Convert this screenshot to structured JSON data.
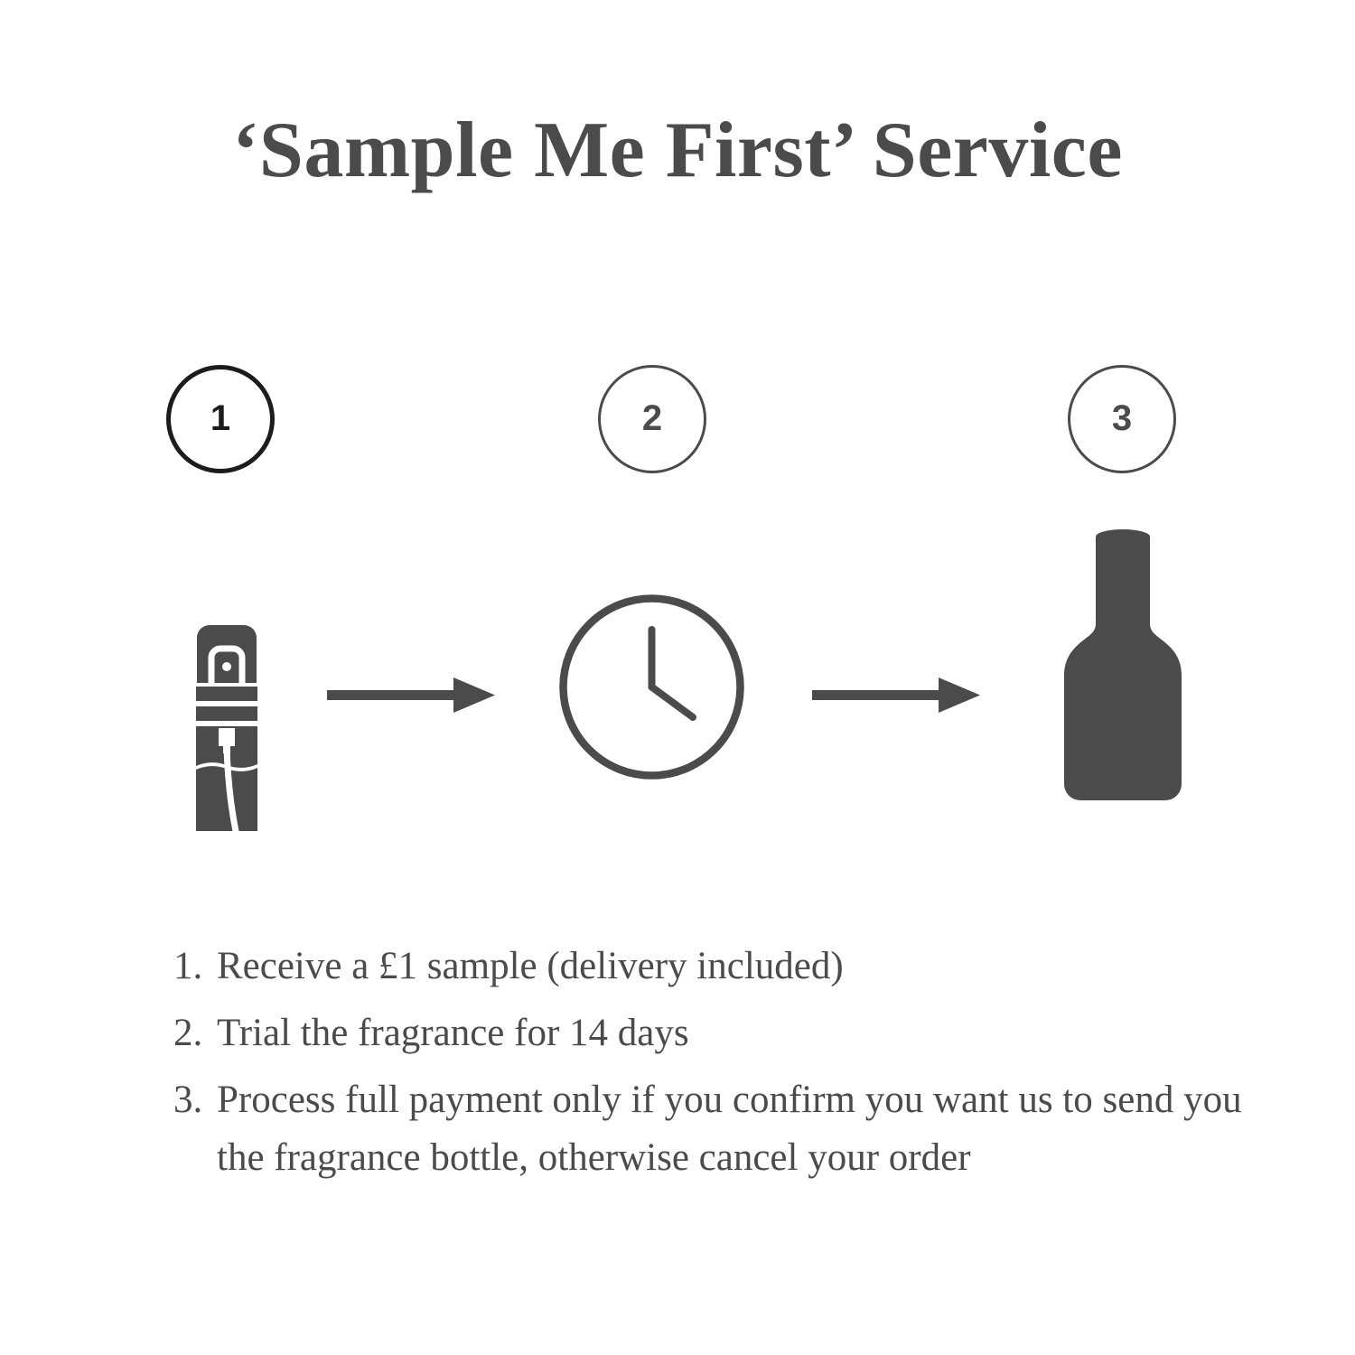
{
  "page": {
    "title": "‘Sample Me First’ Service",
    "background_color": "#ffffff",
    "primary_color": "#4b4b4b",
    "accent_color": "#1c1c1c"
  },
  "steps": [
    {
      "number": "1",
      "icon": "sample-vial-icon",
      "circle_color": "#1c1c1c",
      "active": true
    },
    {
      "number": "2",
      "icon": "clock-icon",
      "circle_color": "#4b4b4b",
      "active": false
    },
    {
      "number": "3",
      "icon": "fragrance-bottle-icon",
      "circle_color": "#4b4b4b",
      "active": false
    }
  ],
  "connectors": [
    {
      "icon": "arrow-right-icon",
      "color": "#4b4b4b"
    },
    {
      "icon": "arrow-right-icon",
      "color": "#4b4b4b"
    }
  ],
  "instructions": [
    {
      "marker": "1.",
      "text": "Receive a £1 sample (delivery included)"
    },
    {
      "marker": "2.",
      "text": "Trial the fragrance for 14 days"
    },
    {
      "marker": "3.",
      "text": "Process full payment only if you confirm you want us to send you the fragrance bottle, otherwise cancel your order"
    }
  ]
}
